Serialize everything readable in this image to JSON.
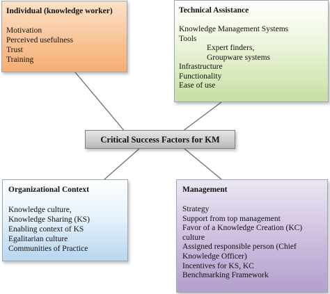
{
  "center": {
    "label": "Critical Success Factors for KM"
  },
  "individual": {
    "title": "Individual (knowledge worker)",
    "items": [
      "Motivation",
      "Perceived usefulness",
      "Trust",
      "Training"
    ]
  },
  "technical": {
    "title": "Technical Assistance",
    "items": [
      "Knowledge Management Systems",
      "Tools",
      "Expert finders,",
      "Groupware systems",
      "Infrastructure",
      "Functionality",
      "Ease of use"
    ]
  },
  "organizational": {
    "title": "Organizational Context",
    "items": [
      "Knowledge culture,",
      "Knowledge Sharing (KS)",
      "Enabling context of KS",
      "Egalitarian culture",
      "Communities of Practice"
    ]
  },
  "management": {
    "title": "Management",
    "items": [
      "Strategy",
      "Support from top management",
      "Favor of a Knowledge Creation (KC)",
      "culture",
      "Assigned responsible person (Chief",
      "Knowledge Officer)",
      "Incentives for KS, KC",
      "Benchmarking Framework"
    ]
  },
  "colors": {
    "connector": "#6e6e6e",
    "individual_fill": "#f6ad72",
    "technical_fill": "#c7dea2",
    "organizational_fill": "#b8d6ef",
    "management_fill": "#b3a0cc",
    "center_fill": "#b9b9b9"
  }
}
